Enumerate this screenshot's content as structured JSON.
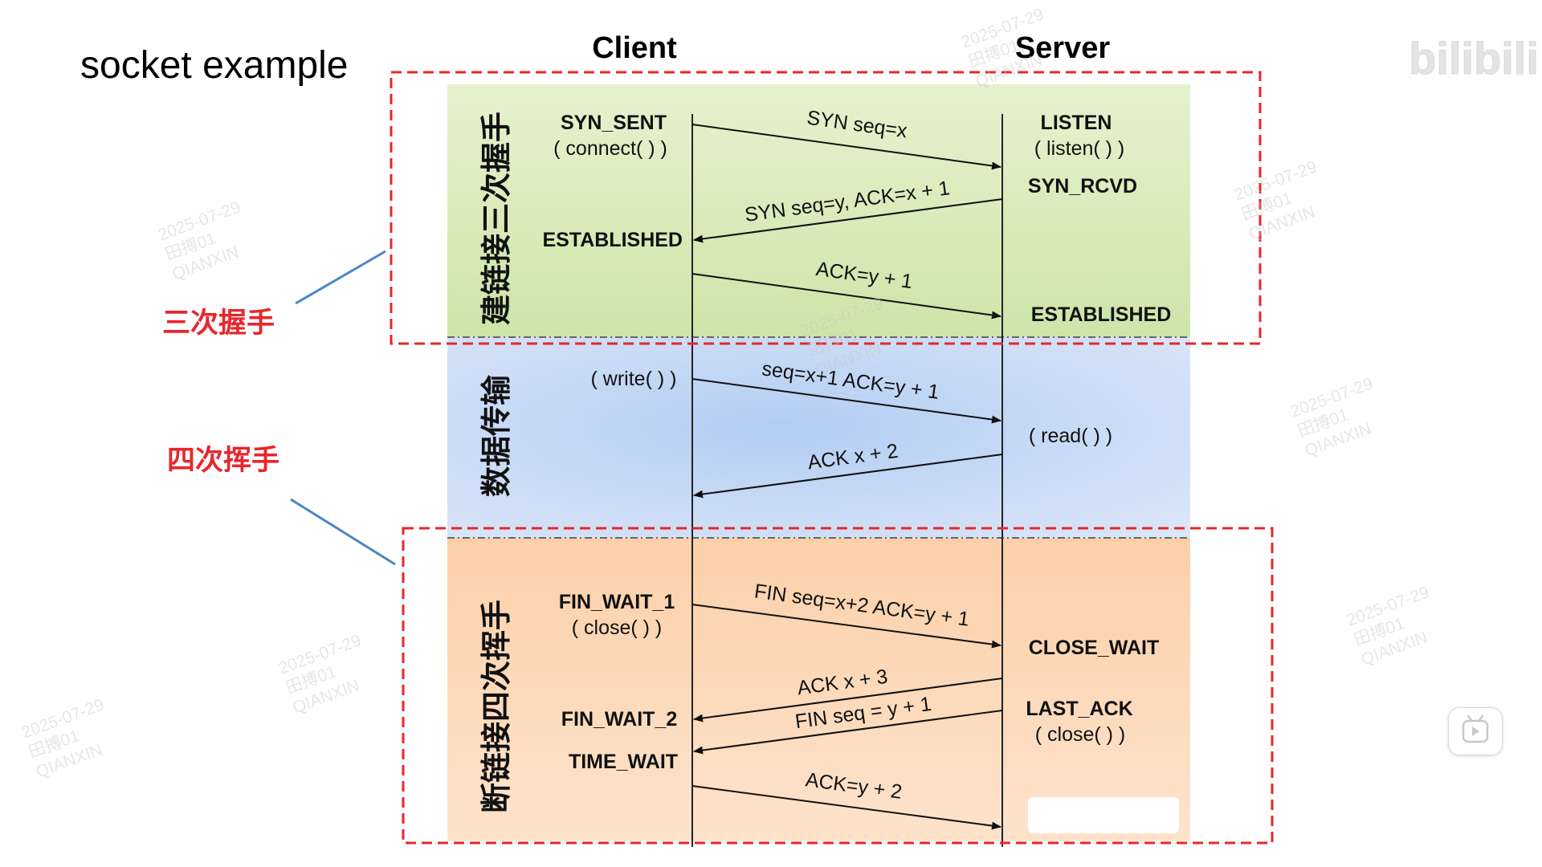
{
  "title": "socket example",
  "columns": {
    "client": "Client",
    "server": "Server"
  },
  "annotations": {
    "handshake": "三次握手",
    "wave": "四次挥手"
  },
  "watermark": {
    "brand": "bilibili",
    "date": "2025-07-29",
    "user": "田搏01",
    "org": "QIANXIN"
  },
  "colors": {
    "dash_red": "#e8262c",
    "annot_red": "#e8262c",
    "connector": "#4a86c5",
    "phase1": "#d3eab0",
    "phase2": "#b8d0f4",
    "phase3": "#fbd1ac"
  },
  "phases": [
    {
      "label": "建链接三次握手"
    },
    {
      "label": "数据传输"
    },
    {
      "label": "断链接四次挥手"
    }
  ],
  "client_states": [
    {
      "name": "SYN_SENT",
      "call": "( connect( ) )"
    },
    {
      "name": "ESTABLISHED"
    },
    {
      "call": "( write( ) )"
    },
    {
      "name": "FIN_WAIT_1",
      "call": "( close( ) )"
    },
    {
      "name": "FIN_WAIT_2"
    },
    {
      "name": "TIME_WAIT"
    }
  ],
  "server_states": [
    {
      "name": "LISTEN",
      "call": "( listen( ) )"
    },
    {
      "name": "SYN_RCVD"
    },
    {
      "name": "ESTABLISHED"
    },
    {
      "call": "( read( ) )"
    },
    {
      "name": "CLOSE_WAIT"
    },
    {
      "name": "LAST_ACK",
      "call": "( close( ) )"
    }
  ],
  "messages": [
    {
      "label": "SYN seq=x",
      "direction": "client-to-server"
    },
    {
      "label": "SYN seq=y, ACK=x + 1",
      "direction": "server-to-client"
    },
    {
      "label": "ACK=y + 1",
      "direction": "client-to-server"
    },
    {
      "label": "seq=x+1 ACK=y + 1",
      "direction": "client-to-server"
    },
    {
      "label": "ACK x + 2",
      "direction": "server-to-client"
    },
    {
      "label": "FIN seq=x+2 ACK=y + 1",
      "direction": "client-to-server"
    },
    {
      "label": "ACK x + 3",
      "direction": "server-to-client"
    },
    {
      "label": "FIN seq = y + 1",
      "direction": "server-to-client"
    },
    {
      "label": "ACK=y + 2",
      "direction": "client-to-server"
    }
  ]
}
